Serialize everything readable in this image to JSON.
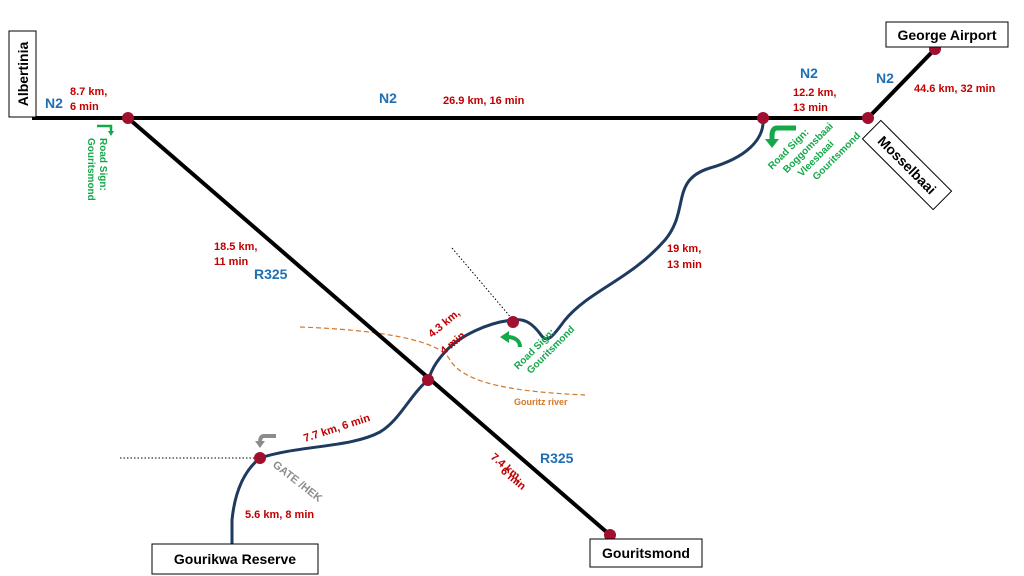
{
  "places": {
    "albertinia": "Albertinia",
    "george_airport": "George Airport",
    "mosselbaai": "Mosselbaai",
    "gourikwa_reserve": "Gourikwa Reserve",
    "gouritsmond": "Gouritsmond"
  },
  "roads": {
    "n2_left": "N2",
    "n2_mid": "N2",
    "n2_right": "N2",
    "n2_airport": "N2",
    "r325_upper": "R325",
    "r325_lower": "R325"
  },
  "distances": {
    "albertinia_junction": [
      "8.7 km,",
      "6 min"
    ],
    "n2_middle": "26.9 km, 16 min",
    "n2_east": [
      "12.2 km,",
      "13 min"
    ],
    "airport": "44.6 km, 32 min",
    "r325_upper": [
      "18.5 km,",
      "11 min"
    ],
    "east_road": [
      "19 km,",
      "13 min"
    ],
    "bridge": [
      "4.3 km,",
      "4 min"
    ],
    "gate_road": "7.7 km, 6 min",
    "r325_lower": [
      "7.4 km,",
      "6 min"
    ],
    "reserve": "5.6 km, 8 min"
  },
  "signs": {
    "west": [
      "Road Sign:",
      "Gouritsmond"
    ],
    "east": [
      "Road Sign:",
      "Boggomsbaai",
      "Vleesbaai",
      "Gouritsmond"
    ],
    "middle": [
      "Road Sign:",
      "Gouritsmond"
    ]
  },
  "river": "Gouritz river",
  "gate": "GATE /HEK",
  "colors": {
    "node": "#a0102e",
    "main_road": "#000000",
    "side_road": "#1f3a5f",
    "distance": "#c00000",
    "road_name": "#1f6fb5",
    "sign": "#14a84a",
    "river": "#d4782a",
    "gate": "#8c8c8c"
  }
}
